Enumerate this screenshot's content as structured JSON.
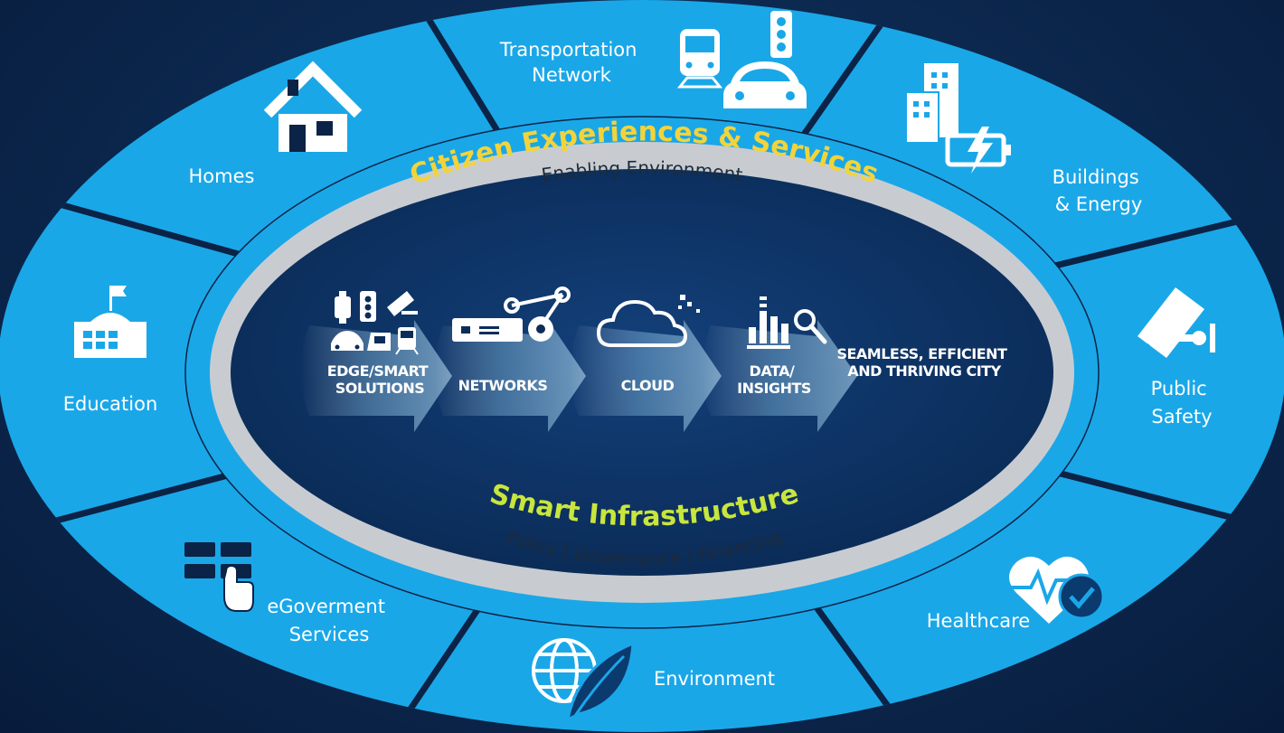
{
  "colors": {
    "background": "#0d2a52",
    "ring": "#1aa7e8",
    "divider": "#0b2346",
    "inner_band": "#c8ccd1",
    "core": "#0c2d5a",
    "citizen_text": "#f2d43a",
    "smart_text": "#c8e63c"
  },
  "segments": [
    {
      "id": "transportation",
      "lines": [
        "Transportation",
        "Network"
      ],
      "icons": [
        "train-icon",
        "car-icon",
        "traffic-light-icon"
      ]
    },
    {
      "id": "buildings",
      "lines": [
        "Buildings",
        "& Energy"
      ],
      "icons": [
        "buildings-icon",
        "battery-icon"
      ]
    },
    {
      "id": "public-safety",
      "lines": [
        "Public",
        "Safety"
      ],
      "icons": [
        "security-camera-icon"
      ]
    },
    {
      "id": "healthcare",
      "lines": [
        "Healthcare"
      ],
      "icons": [
        "heart-monitor-icon",
        "check-badge-icon"
      ]
    },
    {
      "id": "environment",
      "lines": [
        "Environment"
      ],
      "icons": [
        "globe-icon",
        "leaf-icon"
      ]
    },
    {
      "id": "egovernment",
      "lines": [
        "eGoverment",
        "Services"
      ],
      "icons": [
        "touch-screen-icon"
      ]
    },
    {
      "id": "education",
      "lines": [
        "Education"
      ],
      "icons": [
        "school-icon"
      ]
    },
    {
      "id": "homes",
      "lines": [
        "Homes"
      ],
      "icons": [
        "house-icon"
      ]
    }
  ],
  "band": {
    "top_title": "Citizen Experiences & Services",
    "top_subtitle": "Enabling Environment",
    "bottom_title": "Smart Infrastructure",
    "bottom_subtitle": "Policy | Governance | Financing"
  },
  "stages": [
    {
      "lines": [
        "EDGE/SMART",
        "SOLUTIONS"
      ],
      "icons": [
        "smartwatch-icon",
        "traffic-light-icon",
        "camera-icon",
        "car-icon",
        "kiosk-icon",
        "train-icon"
      ]
    },
    {
      "lines": [
        "NETWORKS"
      ],
      "icons": [
        "network-switch-icon",
        "network-nodes-icon"
      ]
    },
    {
      "lines": [
        "CLOUD"
      ],
      "icons": [
        "cloud-icon"
      ]
    },
    {
      "lines": [
        "DATA/",
        "INSIGHTS"
      ],
      "icons": [
        "bar-chart-icon",
        "magnifier-icon"
      ]
    }
  ],
  "result": {
    "lines": [
      "SEAMLESS, EFFICIENT",
      "AND THRIVING CITY"
    ]
  }
}
